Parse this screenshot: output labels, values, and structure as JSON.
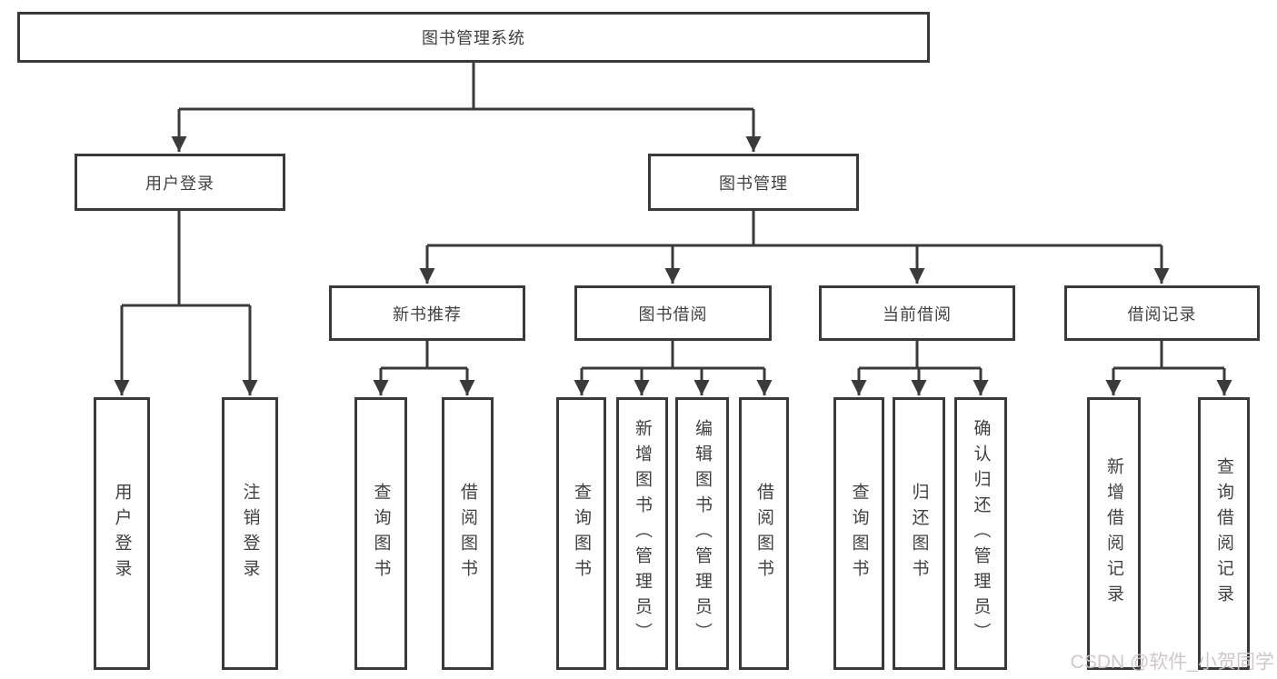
{
  "diagram": {
    "root": {
      "label": "图书管理系统"
    },
    "branches": [
      {
        "label": "用户登录",
        "children": [
          {
            "label": "用户登录"
          },
          {
            "label": "注销登录"
          }
        ]
      },
      {
        "label": "图书管理",
        "children": [
          {
            "label": "新书推荐",
            "children": [
              {
                "label": "查询图书"
              },
              {
                "label": "借阅图书"
              }
            ]
          },
          {
            "label": "图书借阅",
            "children": [
              {
                "label": "查询图书"
              },
              {
                "label": "新增图书（管理员）"
              },
              {
                "label": "编辑图书（管理员）"
              },
              {
                "label": "借阅图书"
              }
            ]
          },
          {
            "label": "当前借阅",
            "children": [
              {
                "label": "查询图书"
              },
              {
                "label": "归还图书"
              },
              {
                "label": "确认归还（管理员）"
              }
            ]
          },
          {
            "label": "借阅记录",
            "children": [
              {
                "label": "新增借阅记录"
              },
              {
                "label": "查询借阅记录"
              }
            ]
          }
        ]
      }
    ]
  },
  "watermark": {
    "text": "CSDN @软件_小贺同学"
  },
  "colors": {
    "box_border": "#3a3a3a",
    "connector": "#3a3a3a",
    "text": "#414141",
    "background": "#ffffff",
    "watermark": "#cbc5c5"
  }
}
